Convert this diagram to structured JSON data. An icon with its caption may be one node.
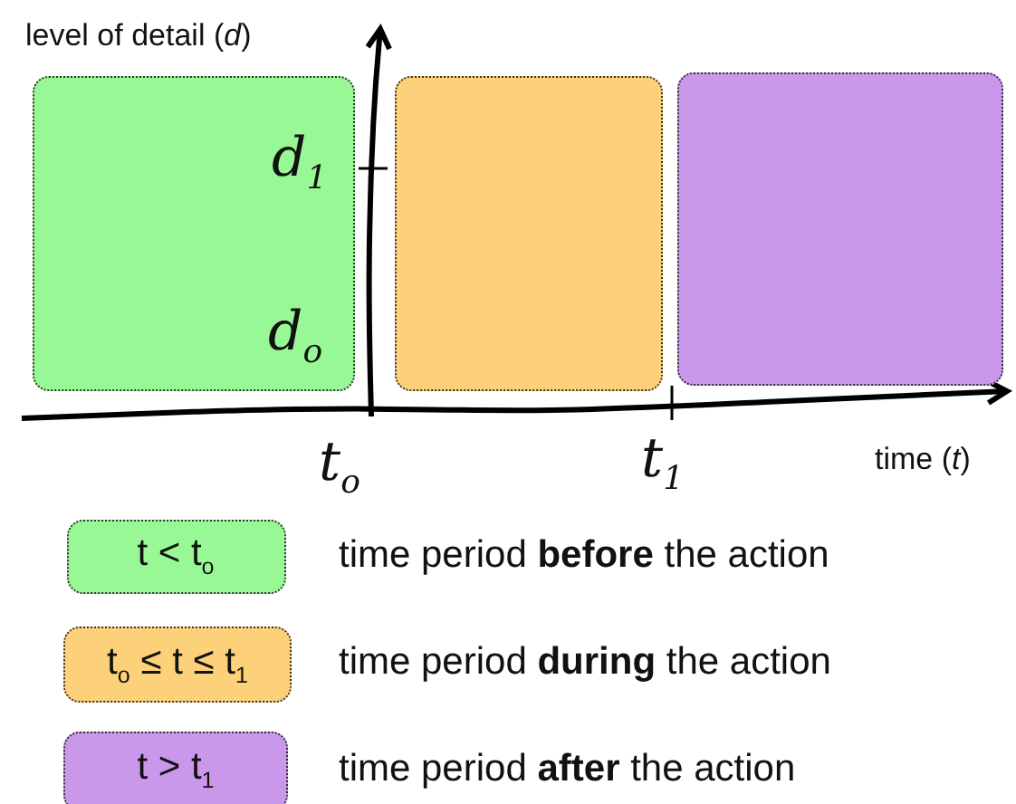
{
  "diagram": {
    "nodes": [
      {
        "text": [],
        "shape": "box"
      },
      {
        "text": [],
        "shape": "box"
      },
      {
        "text": [],
        "shape": "box"
      }
    ],
    "labels": [
      "level of detail (*d*)",
      "d$_{1}$",
      "d$_{o}$",
      "t$_{o}$",
      "t$_{1}$",
      "time (*t*)",
      "t < t$_{o}$",
      "t$_{o}$ ≤ t ≤ t$_{1}$",
      "t > t$_{1}$"
    ],
    "legend": [
      {
        "text": "time period **before** the action",
        "color": "#98f895"
      },
      {
        "text": "time period **during** the action",
        "color": "#fdd179"
      },
      {
        "text": "time period **after** the action",
        "color": "#c998ea"
      }
    ]
  }
}
